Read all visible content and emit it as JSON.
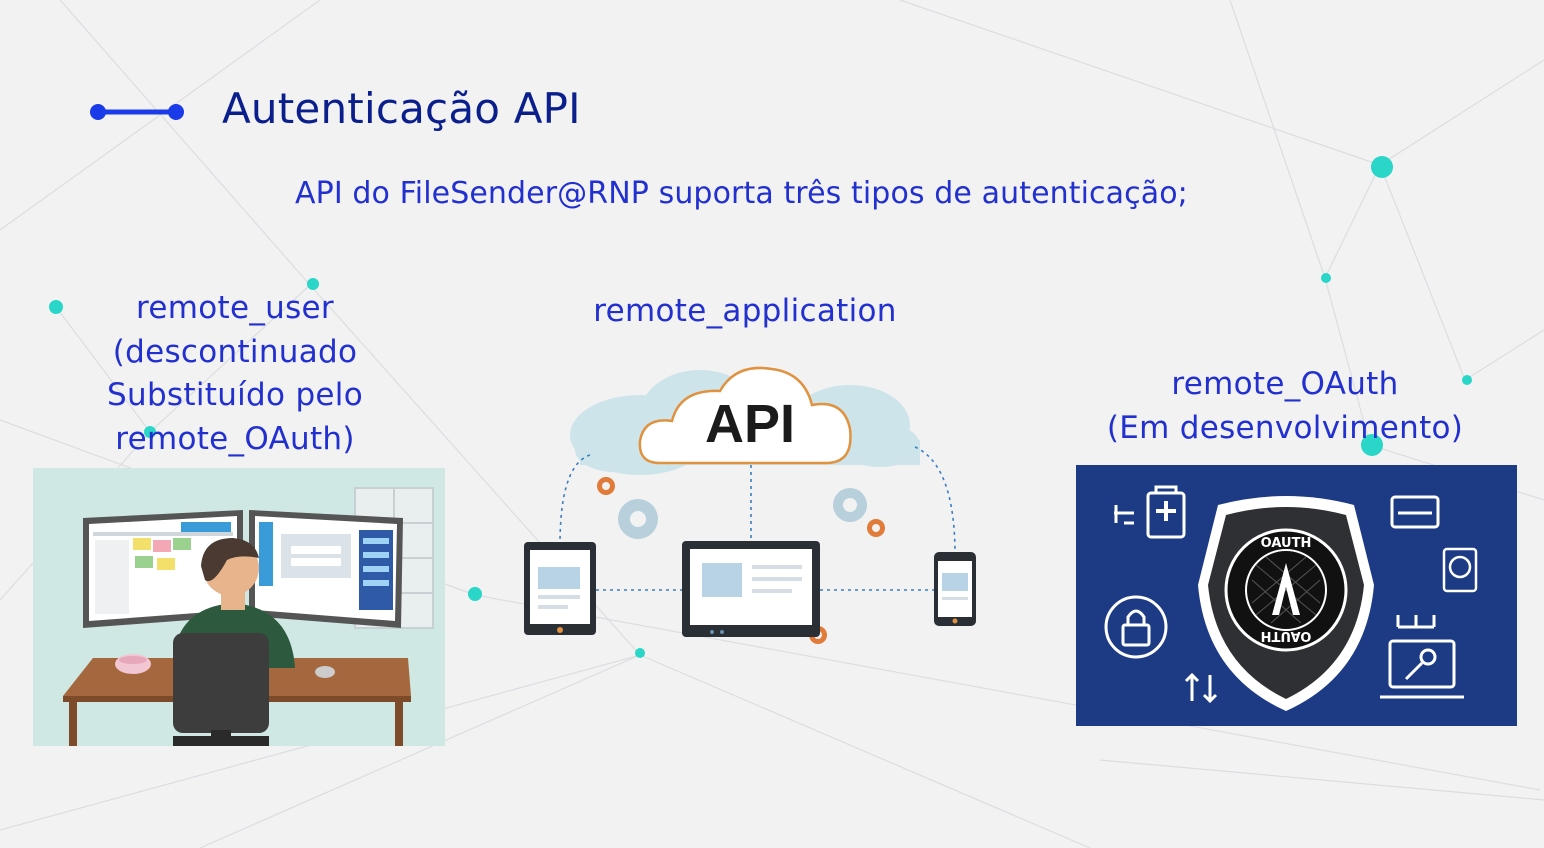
{
  "slide": {
    "title": "Autenticação API",
    "subtitle": "API do FileSender@RNP suporta três tipos de autenticação;"
  },
  "methods": [
    {
      "lines": [
        "remote_user",
        "(descontinuado",
        "Substituído pelo",
        "remote_OAuth)"
      ],
      "icon": "person-at-monitors-illustration"
    },
    {
      "lines": [
        "remote_application"
      ],
      "icon": "api-cloud-devices-illustration"
    },
    {
      "lines": [
        "remote_OAuth",
        "(Em desenvolvimento)"
      ],
      "icon": "oauth-shield-illustration"
    }
  ],
  "api_cloud": {
    "label": "API"
  },
  "oauth_badge": {
    "ring_text_top": "OAUTH",
    "ring_text_bottom": "OAUTH",
    "letter": "A"
  },
  "colors": {
    "title": "#0b1f8c",
    "text": "#2230d0",
    "accent_dots": "#29d6c8",
    "oauth_bg": "#1d3b85",
    "title_bar": "#1a3be8"
  }
}
